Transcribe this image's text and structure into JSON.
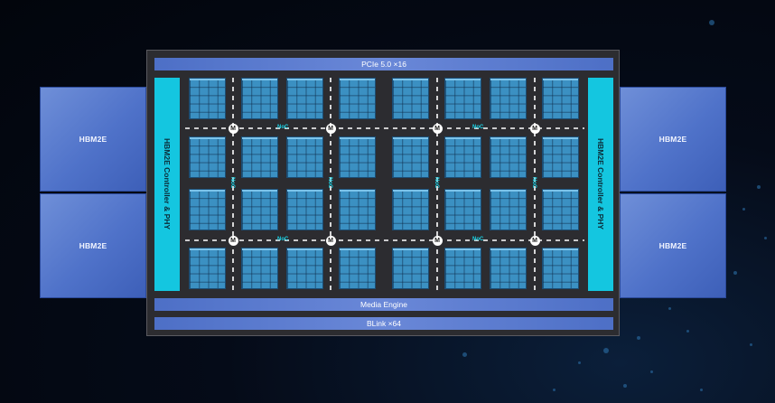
{
  "pcie_label": "PCIe 5.0 ×16",
  "media_label": "Media Engine",
  "blink_label": "BLink ×64",
  "hbm_controller_label": "HBM2E Controller & PHY",
  "hbm_stacks": [
    "HBM2E",
    "HBM2E",
    "HBM2E",
    "HBM2E"
  ],
  "router_label": "M",
  "noc_label": "NoC",
  "colors": {
    "hbm": "#5b7dd0",
    "controller": "#14c6e0",
    "compute_block": "#3b90c2",
    "noc": "#19d3e6",
    "die": "#2c2c30"
  }
}
